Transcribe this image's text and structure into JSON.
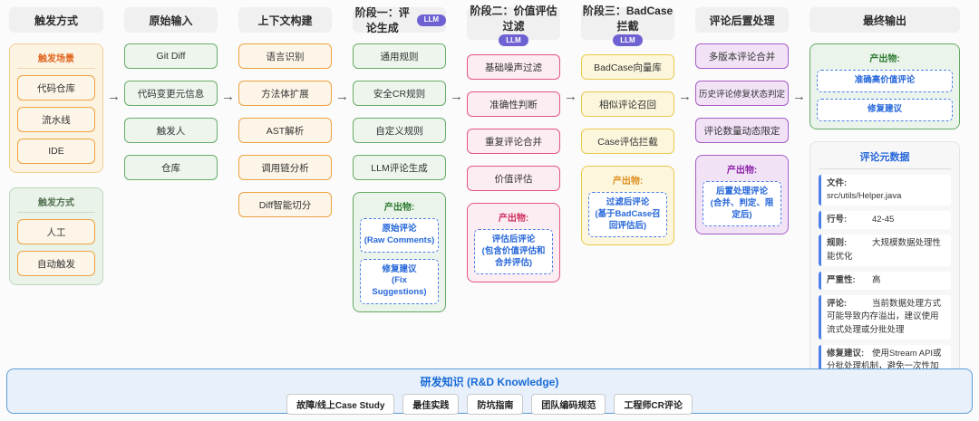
{
  "arrow": "→",
  "colors": {
    "orange_border": "#EDA23F",
    "orange_bg": "#FDF5E8",
    "green_border": "#67AE68",
    "green_bg": "#EDF5ED",
    "pink_border": "#E4557E",
    "pink_bg": "#FCEDF2",
    "yellow_border": "#ECC94E",
    "yellow_bg": "#FCF6DC",
    "purple_border": "#A85CC5",
    "purple_bg": "#F1E2F6",
    "dashed_blue": "#4D7FE8",
    "blue_text": "#2667D9",
    "llm_badge": "#6E62D2",
    "banner_bg": "#E8F1FB",
    "banner_border": "#5B9BD5"
  },
  "columns": {
    "c1": {
      "header": "触发方式",
      "scene_group": {
        "title": "触发场景",
        "items": [
          "代码仓库",
          "流水线",
          "IDE"
        ]
      },
      "mode_group": {
        "title": "触发方式",
        "items": [
          "人工",
          "自动触发"
        ]
      }
    },
    "c2": {
      "header": "原始输入",
      "items": [
        "Git Diff",
        "代码变更元信息",
        "触发人",
        "仓库"
      ]
    },
    "c3": {
      "header": "上下文构建",
      "items": [
        "语言识别",
        "方法体扩展",
        "AST解析",
        "调用链分析",
        "Diff智能切分"
      ]
    },
    "c4": {
      "header": "阶段一：评论生成",
      "llm": "LLM",
      "items": [
        "通用规则",
        "安全CR规则",
        "自定义规则",
        "LLM评论生成"
      ],
      "output": {
        "title": "产出物:",
        "items": [
          {
            "line1": "原始评论",
            "line2": "(Raw Comments)"
          },
          {
            "line1": "修复建议",
            "line2": "(Fix Suggestions)"
          }
        ]
      }
    },
    "c5": {
      "header": "阶段二：价值评估过滤",
      "llm": "LLM",
      "items": [
        "基础噪声过滤",
        "准确性判断",
        "重复评论合并",
        "价值评估"
      ],
      "output": {
        "title": "产出物:",
        "items": [
          {
            "line1": "评估后评论",
            "line2": "(包含价值评估和合并评估)"
          }
        ]
      }
    },
    "c6": {
      "header": "阶段三：BadCase拦截",
      "llm": "LLM",
      "items": [
        "BadCase向量库",
        "相似评论召回",
        "Case评估拦截"
      ],
      "output": {
        "title": "产出物:",
        "items": [
          {
            "line1": "过滤后评论",
            "line2": "(基于BadCase召回评估后)"
          }
        ]
      }
    },
    "c7": {
      "header": "评论后置处理",
      "items": [
        "多版本评论合并",
        "历史评论修复状态判定",
        "评论数量动态限定"
      ],
      "output": {
        "title": "产出物:",
        "items": [
          {
            "line1": "后置处理评论",
            "line2": "(合并、判定、限定后)"
          }
        ]
      }
    },
    "c8": {
      "header": "最终输出",
      "output": {
        "title": "产出物:",
        "items": [
          {
            "line1": "准确高价值评论"
          },
          {
            "line1": "修复建议"
          }
        ]
      },
      "metadata": {
        "title": "评论元数据",
        "rows": [
          {
            "label": "文件:",
            "value": "src/utils/Helper.java"
          },
          {
            "label": "行号:",
            "value": "42-45"
          },
          {
            "label": "规则:",
            "value": "大规模数据处理性能优化"
          },
          {
            "label": "严重性:",
            "value": "高"
          },
          {
            "label": "评论:",
            "value": "当前数据处理方式可能导致内存溢出，建议使用流式处理或分批处理"
          },
          {
            "label": "修复建议:",
            "value": "使用Stream API或分批处理机制，避免一次性加载全部数据到内存"
          }
        ]
      }
    }
  },
  "banner": {
    "title": "研发知识 (R&D Knowledge)",
    "buttons": [
      "故障/线上Case Study",
      "最佳实践",
      "防坑指南",
      "团队编码规范",
      "工程师CR评论"
    ]
  }
}
